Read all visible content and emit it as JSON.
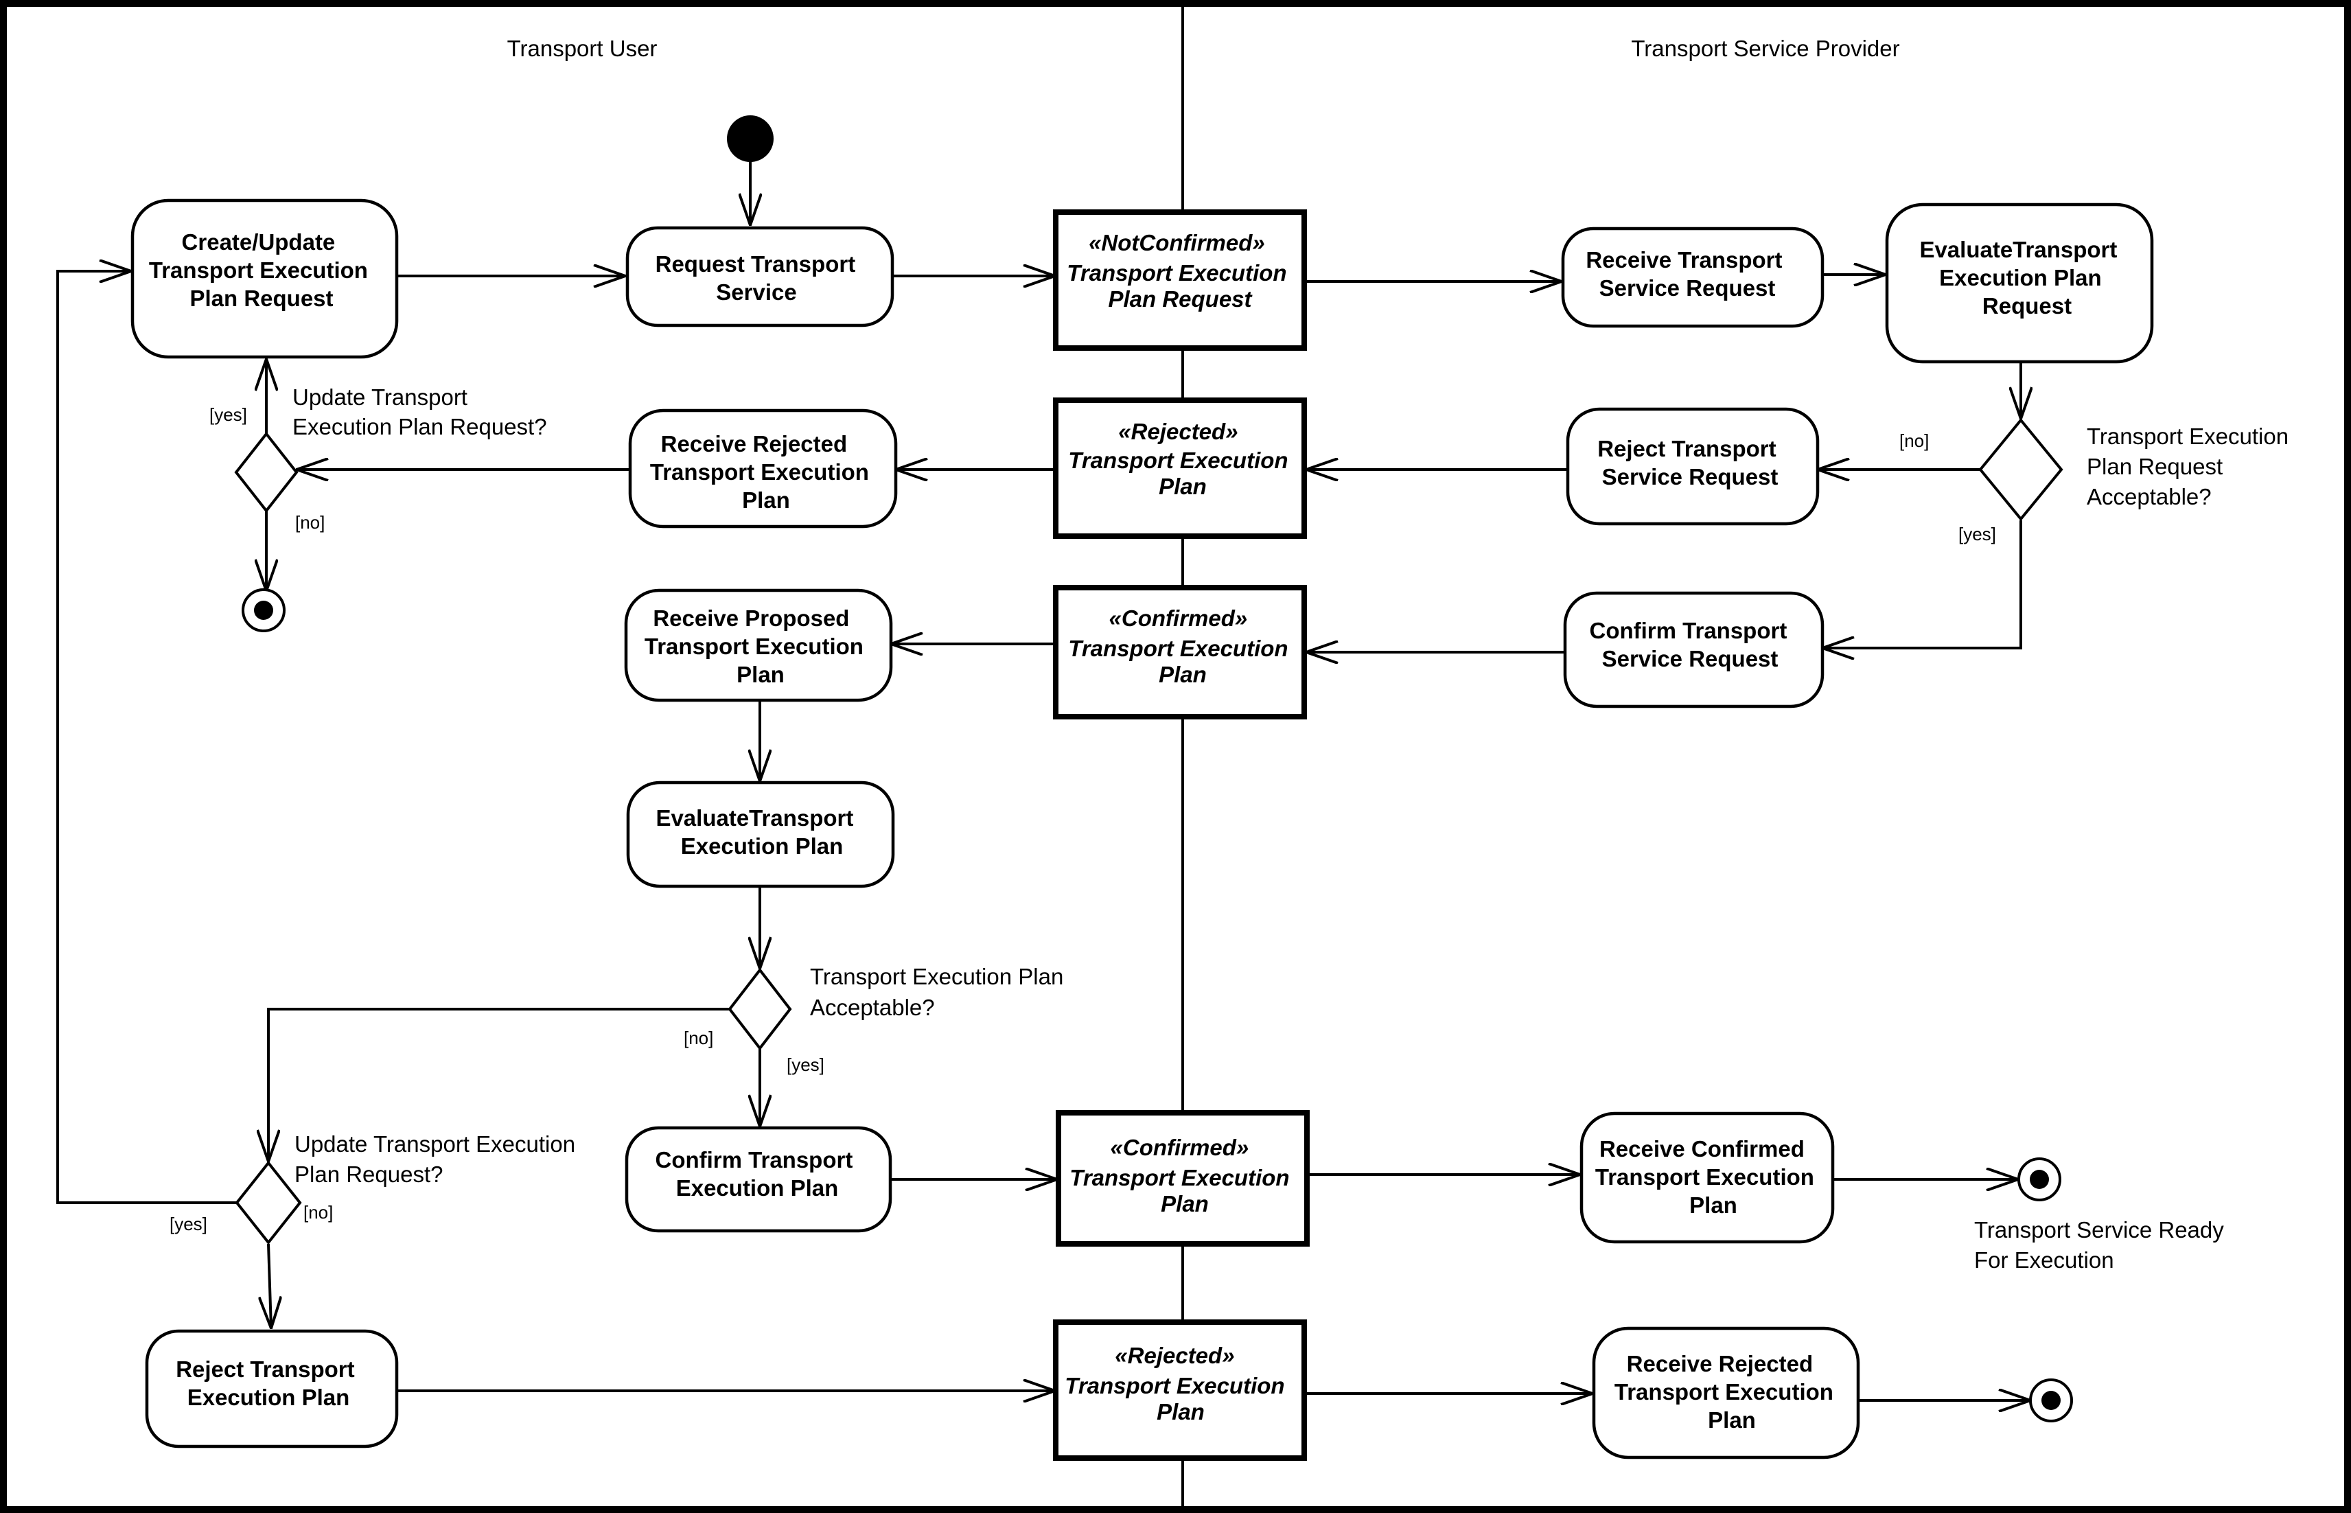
{
  "lanes": {
    "left": "Transport User",
    "right": "Transport Service Provider"
  },
  "activities": {
    "create_update_request": [
      "Create/Update",
      "Transport Execution",
      "Plan Request"
    ],
    "request_service": [
      "Request Transport",
      "Service"
    ],
    "receive_service_request": [
      "Receive Transport",
      "Service Request"
    ],
    "evaluate_request": [
      "EvaluateTransport",
      "Execution Plan",
      "Request"
    ],
    "reject_service_request": [
      "Reject Transport",
      "Service Request"
    ],
    "receive_rejected_plan_user": [
      "Receive Rejected",
      "Transport Execution",
      "Plan"
    ],
    "confirm_service_request": [
      "Confirm Transport",
      "Service Request"
    ],
    "receive_proposed_plan": [
      "Receive Proposed",
      "Transport Execution",
      "Plan"
    ],
    "evaluate_plan": [
      "EvaluateTransport",
      "Execution Plan"
    ],
    "confirm_plan": [
      "Confirm Transport",
      "Execution Plan"
    ],
    "receive_confirmed_plan": [
      "Receive Confirmed",
      "Transport Execution",
      "Plan"
    ],
    "reject_plan": [
      "Reject Transport",
      "Execution Plan"
    ],
    "receive_rejected_plan_provider": [
      "Receive Rejected",
      "Transport Execution",
      "Plan"
    ]
  },
  "object_nodes": {
    "not_confirmed_request": [
      "«NotConfirmed»",
      "Transport Execution",
      "Plan Request"
    ],
    "rejected_plan_1": [
      "«Rejected»",
      "Transport Execution",
      "Plan"
    ],
    "confirmed_plan_1": [
      "«Confirmed»",
      "Transport Execution",
      "Plan"
    ],
    "confirmed_plan_2": [
      "«Confirmed»",
      "Transport Execution",
      "Plan"
    ],
    "rejected_plan_2": [
      "«Rejected»",
      "Transport Execution",
      "Plan"
    ]
  },
  "decisions": {
    "update_request_1": [
      "Update Transport",
      "Execution Plan Request?"
    ],
    "request_acceptable": [
      "Transport Execution",
      "Plan Request",
      "Acceptable?"
    ],
    "plan_acceptable": [
      "Transport Execution Plan",
      "Acceptable?"
    ],
    "update_request_2": [
      "Update Transport Execution",
      "Plan Request?"
    ]
  },
  "guards": {
    "yes": "[yes]",
    "no": "[no]"
  },
  "final_note": [
    "Transport Service Ready",
    "For Execution"
  ]
}
